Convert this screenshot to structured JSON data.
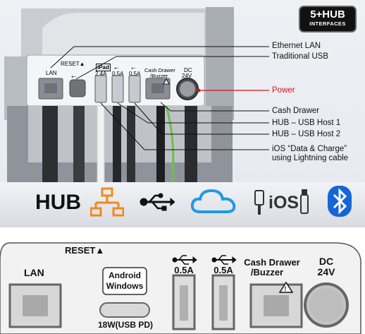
{
  "badge": {
    "big": "5+HUB",
    "small": "INTERFACES"
  },
  "annotations": {
    "ethernet_lan": "Ethernet LAN",
    "traditional_usb": "Traditional USB",
    "power": "Power",
    "cash_drawer": "Cash Drawer",
    "hub_usb_host_1": "HUB – USB Host 1",
    "hub_usb_host_2": "HUB – USB Host 2",
    "ios_line1": "iOS “Data & Charge”",
    "ios_line2": "using Lightning cable"
  },
  "photo_panel": {
    "lan": "LAN",
    "reset": "RESET▲",
    "ipad": "iPad",
    "a24": "2.4A",
    "a05_1": "0.5A",
    "a05_2": "0.5A",
    "cash_drawer_line1": "Cash Drawer",
    "cash_drawer_line2": "/Buzzer",
    "dc": "DC",
    "v24": "24V"
  },
  "icon_strip": {
    "hub": "HUB",
    "ios": "iOS",
    "icons": [
      "network-icon",
      "usb-icon",
      "cloud-icon",
      "lightning-cable-icon",
      "ios-label",
      "bluetooth-icon"
    ],
    "colors": {
      "network": "#f08a1c",
      "cloud": "#1e9ae6",
      "bluetooth": "#1565d8"
    }
  },
  "bottom_panel": {
    "reset": "RESET▲",
    "lan": "LAN",
    "android_line1": "Android",
    "android_line2": "Windows",
    "usb_pd": "18W(USB PD)",
    "a05_1": "0.5A",
    "a05_2": "0.5A",
    "cash_drawer_line1": "Cash Drawer",
    "cash_drawer_line2": "/Buzzer",
    "dc": "DC",
    "v24": "24V"
  }
}
